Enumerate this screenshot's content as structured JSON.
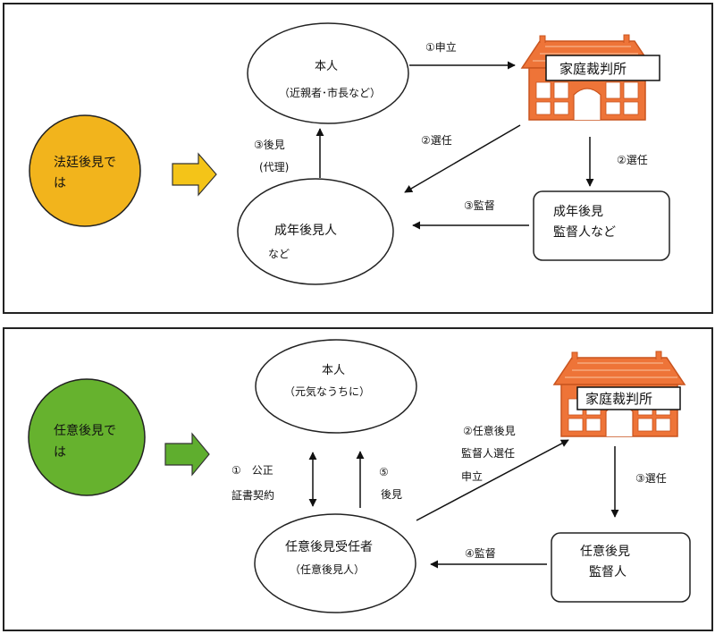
{
  "top": {
    "circle_label": [
      "法廷後見で",
      "は"
    ],
    "principal": {
      "title": "本人",
      "sub": "（近親者･市長など）"
    },
    "guardian": {
      "title": "成年後見人",
      "sub": "など"
    },
    "court": "家庭裁判所",
    "supervisor": [
      "成年後見",
      "監督人など"
    ],
    "arrows": {
      "petition": "①申立",
      "appoint_guardian": "②選任",
      "appoint_supervisor": "②選任",
      "supervise": "③監督",
      "act": [
        "③後見",
        "(代理)"
      ]
    }
  },
  "bottom": {
    "circle_label": [
      "任意後見で",
      "は"
    ],
    "principal": {
      "title": "本人",
      "sub": "（元気なうちに）"
    },
    "agent": {
      "title": "任意後見受任者",
      "sub": "（任意後見人）"
    },
    "court": "家庭裁判所",
    "supervisor": [
      "任意後見",
      "監督人"
    ],
    "arrows": {
      "contract": [
        "①　公正",
        "証書契約"
      ],
      "act": [
        "⑤",
        "後見"
      ],
      "petition": [
        "②任意後見",
        "監督人選任",
        "申立"
      ],
      "appoint": "③選任",
      "supervise": "④監督"
    }
  },
  "colors": {
    "yellow_circle": "#F2B41C",
    "green_circle": "#66B22E",
    "yellow_arrow": "#F4C418",
    "green_arrow": "#5FAE2E",
    "court_orange": "#EE7438"
  }
}
